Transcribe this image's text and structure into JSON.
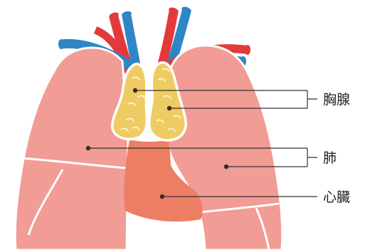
{
  "labels": {
    "thymus": "胸腺",
    "lung": "肺",
    "heart": "心臓"
  },
  "colors": {
    "lung": "#f19c95",
    "lung_outline": "#ffffff",
    "heart": "#ee7e63",
    "thymus": "#efcb63",
    "thymus_outline": "#ffffff",
    "artery": "#e23a3a",
    "vein": "#2f86c6",
    "leader": "#333333",
    "marker": "#3a2a2a"
  },
  "icons": {
    "lungs": "lungs-icon",
    "heart": "heart-icon",
    "thymus": "thymus-icon",
    "vessels": "blood-vessels-icon"
  }
}
